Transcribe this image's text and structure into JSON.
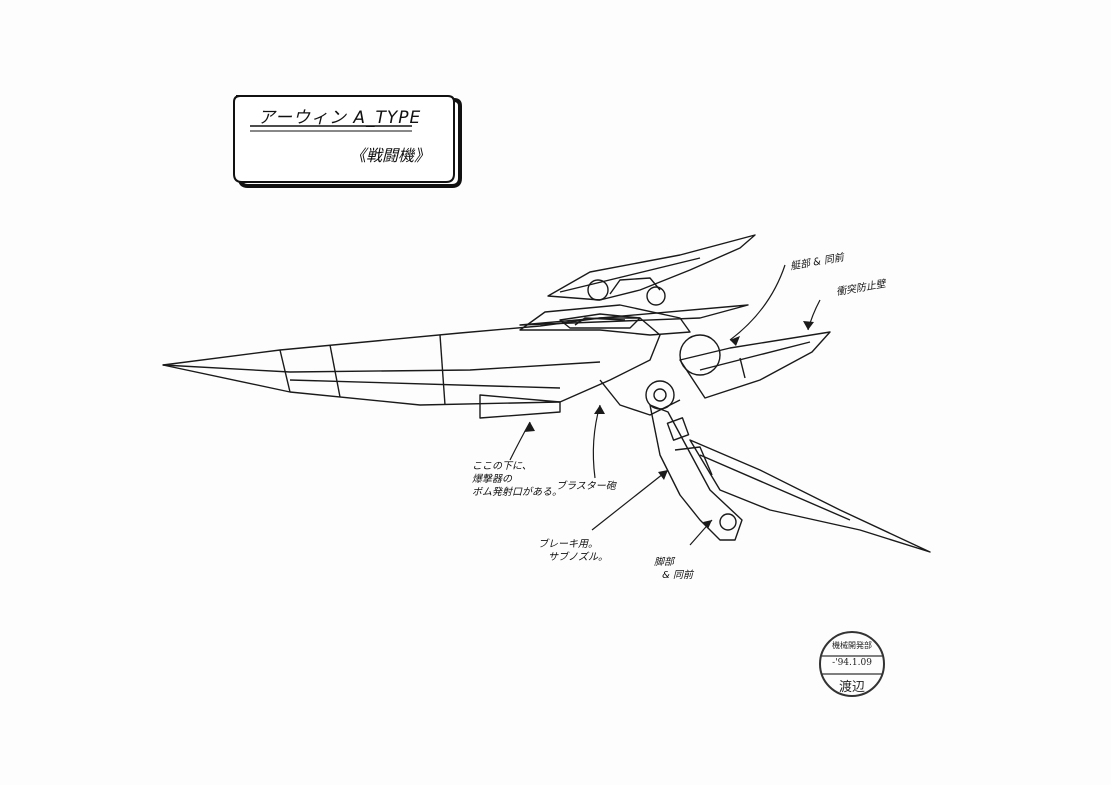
{
  "title_card": {
    "name": "アーウィン A_TYPE",
    "category": "《戦闘機》"
  },
  "annotations": {
    "hull_rear": "艇部 & 同前",
    "impact_guard": "衝突防止壁",
    "bomb_port": [
      "ここの下に、",
      "爆撃器の",
      "ボム発射口がある。"
    ],
    "blaster": "ブラスター砲",
    "brake": [
      "ブレーキ用。",
      "サブノズル。"
    ],
    "legs": [
      "脚部",
      "& 同前"
    ]
  },
  "stamp": {
    "top": "機械開発部",
    "date": "-'94.1.09",
    "name": "渡辺"
  },
  "colors": {
    "paper": "#fdfdfd",
    "ink": "#1a1a1a"
  }
}
